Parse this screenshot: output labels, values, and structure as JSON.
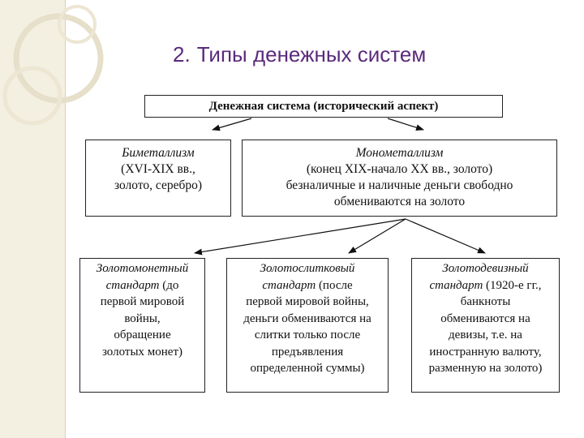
{
  "title": {
    "number": "2.",
    "text": "Типы денежных систем"
  },
  "root": {
    "label": "Денежная система (исторический аспект)"
  },
  "bimetallism": {
    "name": "Биметаллизм",
    "lines": [
      "(XVI-XIX вв.,",
      "золото, серебро)"
    ]
  },
  "monometallism": {
    "name": "Монометаллизм",
    "lines": [
      "(конец XIX-начало XX вв., золото)",
      "безналичные и наличные деньги свободно",
      "обмениваются на золото"
    ]
  },
  "standards": [
    {
      "name_lines": [
        "Золотомонетный",
        "стандарт"
      ],
      "tail_first": " (до",
      "lines": [
        "первой мировой",
        "войны,",
        "обращение",
        "золотых монет)"
      ]
    },
    {
      "name_lines": [
        "Золотослитковый",
        "стандарт"
      ],
      "tail_first": " (после",
      "lines": [
        "первой мировой войны,",
        "деньги обмениваются на",
        "слитки только после",
        "предъявления",
        "определенной суммы)"
      ]
    },
    {
      "name_lines": [
        "Золотодевизный",
        "стандарт"
      ],
      "tail_first": " (1920-е гг.,",
      "lines": [
        "банкноты",
        "обмениваются на",
        "девизы, т.е. на",
        "иностранную валюту,",
        "разменную на золото)"
      ]
    }
  ]
}
